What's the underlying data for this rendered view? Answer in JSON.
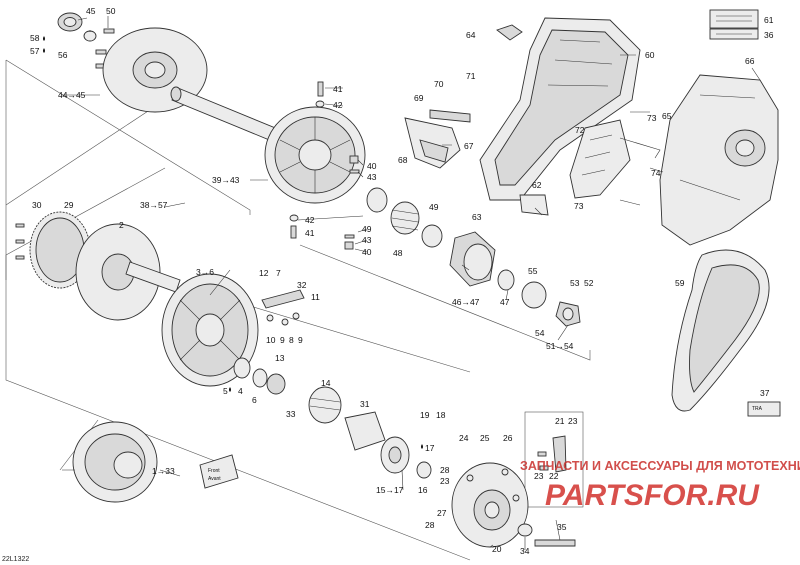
{
  "diagram_id": "22L1322",
  "watermark": {
    "line1": "ЗАПЧАСТИ И АКСЕССУАРЫ ДЛЯ МОТОТЕХНИКИ",
    "line2": "PARTSFOR.RU"
  },
  "stamp": {
    "line1": "Front",
    "line2": "Avant"
  },
  "callouts": {
    "c1_33": "1→33",
    "c2": "2",
    "c3_6": "3→6",
    "c4": "4",
    "c5": "5",
    "c6": "6",
    "c7": "7",
    "c8": "8",
    "c9": "9",
    "c10": "10",
    "c11": "11",
    "c12": "12",
    "c13": "13",
    "c14": "14",
    "c15_17": "15→17",
    "c16": "16",
    "c17": "17",
    "c18": "18",
    "c19": "19",
    "c20": "20",
    "c21": "21",
    "c22": "22",
    "c23a": "23",
    "c23b": "23",
    "c24": "24",
    "c25": "25",
    "c26": "26",
    "c27": "27",
    "c28a": "28",
    "c28b": "28",
    "c29": "29",
    "c30": "30",
    "c31": "31",
    "c32": "32",
    "c33": "33",
    "c34": "34",
    "c35": "35",
    "c36": "36",
    "c37": "37",
    "c38_57": "38→57",
    "c39_43": "39→43",
    "c40a": "40",
    "c40b": "40",
    "c41a": "41",
    "c41b": "41",
    "c42a": "42",
    "c42b": "42",
    "c43a": "43",
    "c43b": "43",
    "c44_45": "44→45",
    "c45": "45",
    "c46_47": "46→47",
    "c47": "47",
    "c48": "48",
    "c49a": "49",
    "c49b": "49",
    "c50": "50",
    "c51_54": "51→54",
    "c52": "52",
    "c53": "53",
    "c54": "54",
    "c55": "55",
    "c56": "56",
    "c57": "57",
    "c58": "58",
    "c59": "59",
    "c60": "60",
    "c61": "61",
    "c62": "62",
    "c63": "63",
    "c64": "64",
    "c65": "65",
    "c66": "66",
    "c67": "67",
    "c68": "68",
    "c69": "69",
    "c70": "70",
    "c71": "71",
    "c72": "72",
    "c73a": "73",
    "c73b": "73",
    "c74": "74"
  }
}
